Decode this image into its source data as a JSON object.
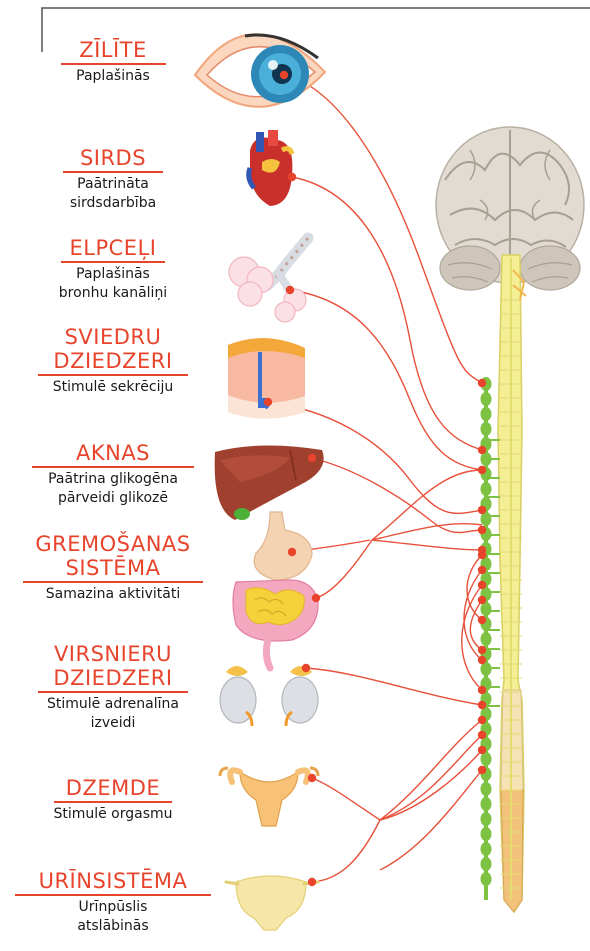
{
  "organs": [
    {
      "key": "zilite",
      "title_lines": [
        "ZĪLĪTE"
      ],
      "desc_lines": [
        "Paplašinās"
      ]
    },
    {
      "key": "sirds",
      "title_lines": [
        "SIRDS"
      ],
      "desc_lines": [
        "Paātrināta",
        "sirdsdarbība"
      ]
    },
    {
      "key": "elpceli",
      "title_lines": [
        "ELPCEĻI"
      ],
      "desc_lines": [
        "Paplašinās",
        "bronhu kanāliņi"
      ]
    },
    {
      "key": "sviedru",
      "title_lines": [
        "SVIEDRU",
        "DZIEDZERI"
      ],
      "desc_lines": [
        "Stimulē sekrēciju"
      ]
    },
    {
      "key": "aknas",
      "title_lines": [
        "AKNAS"
      ],
      "desc_lines": [
        "Paātrina glikogēna",
        "pārveidi glikozē"
      ]
    },
    {
      "key": "gremosana",
      "title_lines": [
        "GREMOŠANAS",
        "SISTĒMA"
      ],
      "desc_lines": [
        "Samazina aktivitāti"
      ]
    },
    {
      "key": "virsnieru",
      "title_lines": [
        "VIRSNIERU",
        "DZIEDZERI"
      ],
      "desc_lines": [
        "Stimulē adrenalīna",
        "izveidi"
      ]
    },
    {
      "key": "dzemde",
      "title_lines": [
        "DZEMDE"
      ],
      "desc_lines": [
        "Stimulē orgasmu"
      ]
    },
    {
      "key": "urinsistema",
      "title_lines": [
        "URĪNSISTĒMA"
      ],
      "desc_lines": [
        "Urīnpūslis",
        "atslābinās"
      ]
    }
  ],
  "colors": {
    "accent": "#e8442c",
    "nerve": "#e8503a",
    "ganglion": "#7dc242",
    "spine": "#f3ec8a",
    "text": "#1a1a1a"
  }
}
